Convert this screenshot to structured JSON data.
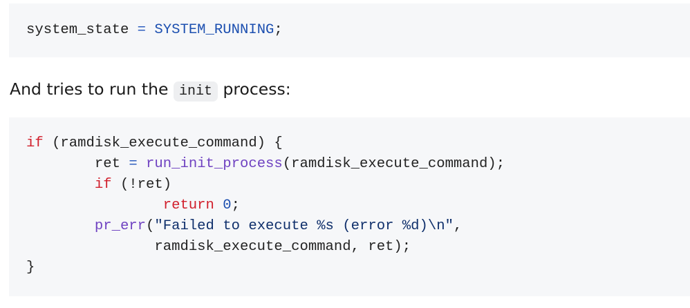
{
  "block1": {
    "lines": [
      [
        [
          "system_state ",
          "plain"
        ],
        [
          "=",
          "op"
        ],
        [
          " ",
          "plain"
        ],
        [
          "SYSTEM_RUNNING",
          "const"
        ],
        [
          ";",
          "plain"
        ]
      ]
    ]
  },
  "paragraph": {
    "before": "And tries to run the ",
    "code": "init",
    "after": " process:"
  },
  "block2": {
    "lines": [
      [
        [
          "if",
          "kw"
        ],
        [
          " (ramdisk_execute_command) {",
          "plain"
        ]
      ],
      [
        [
          "\tret ",
          "plain"
        ],
        [
          "=",
          "op"
        ],
        [
          " ",
          "plain"
        ],
        [
          "run_init_process",
          "fn"
        ],
        [
          "(ramdisk_execute_command);",
          "plain"
        ]
      ],
      [
        [
          "\t",
          "plain"
        ],
        [
          "if",
          "kw"
        ],
        [
          " (!ret)",
          "plain"
        ]
      ],
      [
        [
          "\t\t",
          "plain"
        ],
        [
          "return",
          "kw"
        ],
        [
          " ",
          "plain"
        ],
        [
          "0",
          "num"
        ],
        [
          ";",
          "plain"
        ]
      ],
      [
        [
          "\t",
          "plain"
        ],
        [
          "pr_err",
          "fn"
        ],
        [
          "(",
          "plain"
        ],
        [
          "\"Failed to execute %s (error %d)\\n\"",
          "str"
        ],
        [
          ",",
          "plain"
        ]
      ],
      [
        [
          "\t       ramdisk_execute_command, ret);",
          "plain"
        ]
      ],
      [
        [
          "}",
          "plain"
        ]
      ]
    ]
  }
}
